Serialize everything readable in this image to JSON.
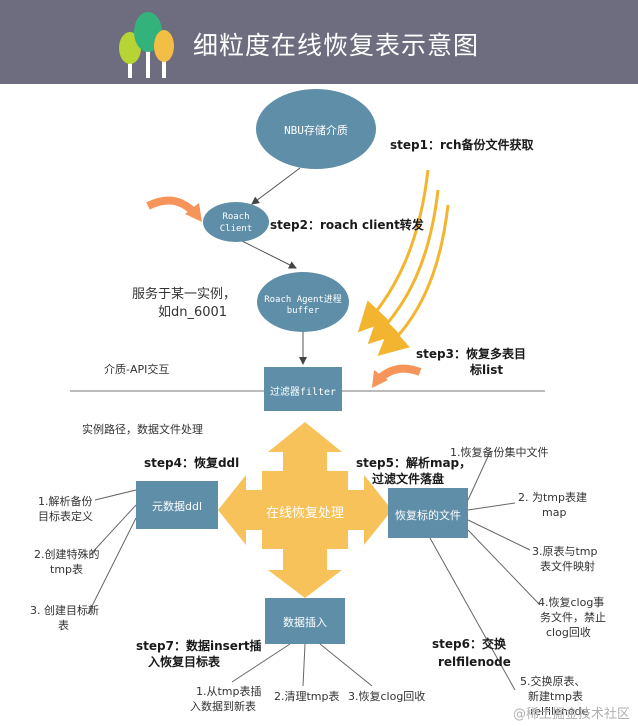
{
  "header": {
    "title": "细粒度在线恢复表示意图"
  },
  "nodes": {
    "nbu": "NBU存储介质",
    "roach_client_1": "Roach",
    "roach_client_2": "Client",
    "roach_agent_1": "Roach Agent进程",
    "roach_agent_2": "buffer",
    "filter": "过滤器filter",
    "center": "在线恢复处理",
    "meta_ddl": "元数据ddl",
    "restore_files": "恢复标的文件",
    "data_insert": "数据插入"
  },
  "steps": {
    "step1": "step1：rch备份文件获取",
    "step2": "step2：roach client转发",
    "step3_line1": "step3：恢复多表目",
    "step3_line2": "标list",
    "step4": "step4：恢复ddl",
    "step5_line1": "step5：解析map，",
    "step5_line2": "过滤文件落盘",
    "step6_line1": "step6：交换",
    "step6_line2": "relfilenode",
    "step7_line1": "step7：数据insert插",
    "step7_line2": "入恢复目标表"
  },
  "notes": {
    "instance_line1": "服务于某一实例，",
    "instance_line2": "如dn_6001",
    "media_api": "介质-API交互",
    "instance_path": "实例路径，数据文件处理"
  },
  "left_items": [
    {
      "l1": "1.解析备份",
      "l2": "目标表定义"
    },
    {
      "l1": "2.创建特殊的",
      "l2": "tmp表"
    },
    {
      "l1": "3. 创建目标新",
      "l2": "表"
    }
  ],
  "right_items": [
    {
      "l1": "1.恢复备份集中文件",
      "l2": ""
    },
    {
      "l1": "2. 为tmp表建",
      "l2": "map"
    },
    {
      "l1": "3.原表与tmp",
      "l2": "表文件映射"
    },
    {
      "l1": "4.恢复clog事",
      "l2": "务文件，禁止",
      "l3": "clog回收"
    },
    {
      "l1": "5.交换原表、",
      "l2": "新建tmp表",
      "l3": "relfilenode"
    }
  ],
  "bottom_items": [
    {
      "l1": "1.从tmp表插",
      "l2": "入数据到新表"
    },
    {
      "l1": "2.清理tmp表",
      "l2": ""
    },
    {
      "l1": "3.恢复clog回收",
      "l2": ""
    }
  ],
  "watermark": "@稀土掘金技术社区",
  "colors": {
    "header": "#6e6d7f",
    "node": "#5e8ea8",
    "center": "#f8c25a",
    "arrow_orange": "#f69459",
    "arrow_yellow": "#f3b530"
  }
}
